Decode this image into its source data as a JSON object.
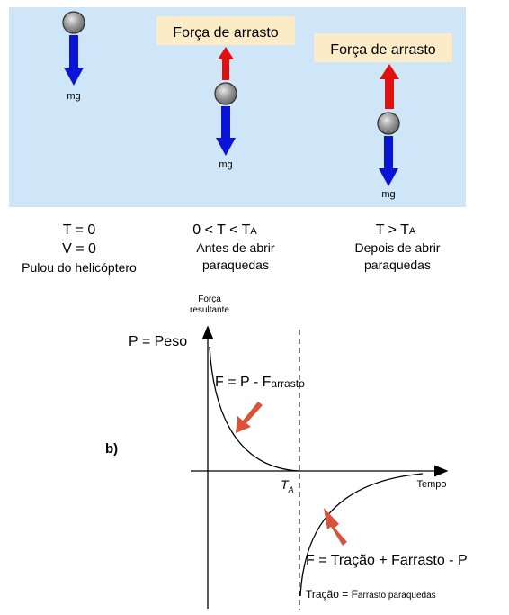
{
  "panel_a": {
    "stages": [
      {
        "drag_label": "",
        "weight_label": "mg",
        "line1": "T = 0",
        "line2": "V = 0",
        "line3": "Pulou do helicóptero"
      },
      {
        "drag_label": "Força de arrasto",
        "weight_label": "mg",
        "line1_main": "0 < T < T",
        "line1_sub": "A",
        "line2": "Antes de abrir",
        "line3": "paraquedas"
      },
      {
        "drag_label": "Força de arrasto",
        "weight_label": "mg",
        "line1_main": "T > T",
        "line1_sub": "A",
        "line2": "Depois de abrir",
        "line3": "paraquedas"
      }
    ],
    "colors": {
      "background": "#cfe6f8",
      "label_box": "#fcebc7",
      "weight_arrow": "#0a14d8",
      "drag_arrow": "#e01010",
      "ball": "#8c8c8c"
    }
  },
  "panel_b": {
    "tag": "b)",
    "y_axis_label_1": "Força",
    "y_axis_label_2": "resultante",
    "x_axis_label": "Tempo",
    "ta_main": "T",
    "ta_sub": "A",
    "p_label": "P = Peso",
    "f1_main": "F = P - F",
    "f1_sub": "arrasto",
    "f2": "F = Tração + Farrasto  - P",
    "f3_main": "Tração = F",
    "f3_small": "arrasto paraquedas",
    "hint_arrow_color": "#d9533a"
  }
}
